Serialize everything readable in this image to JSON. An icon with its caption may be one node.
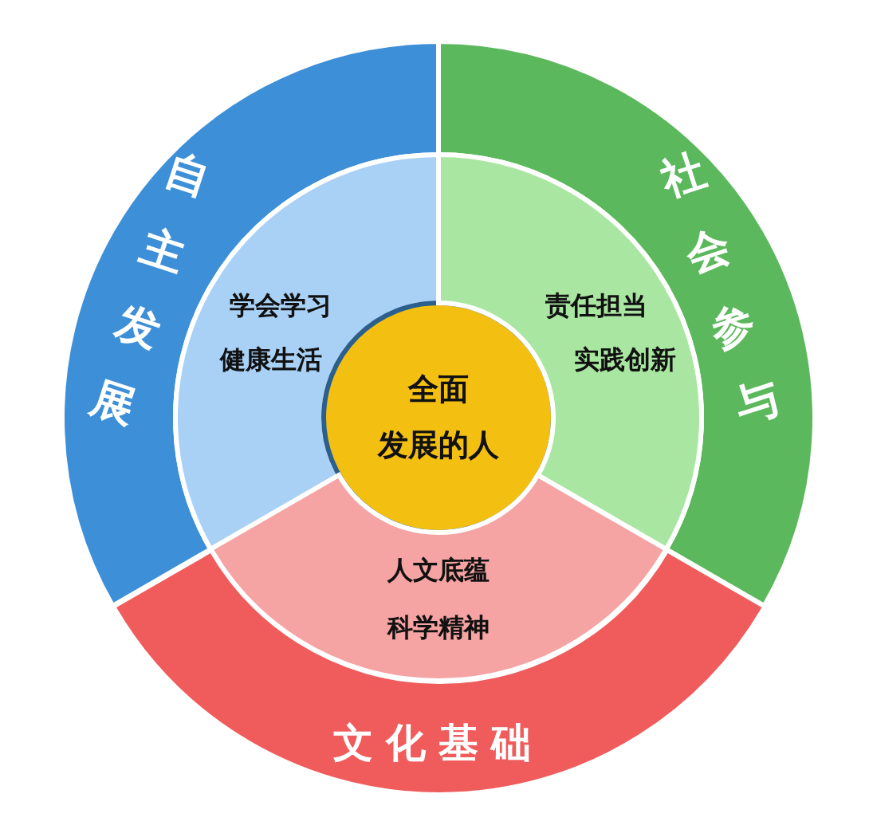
{
  "diagram": {
    "nodes": [
      {
        "text": [
          "自主发展"
        ]
      },
      {
        "text": [
          "社会参与"
        ]
      },
      {
        "text": [
          "学会学习",
          "健康生活"
        ]
      },
      {
        "text": [
          "全面",
          "发展的人"
        ]
      },
      {
        "text": [
          "责任担当",
          "实践创新"
        ]
      },
      {
        "text": [
          "人文底蕴",
          "科学精神"
        ]
      },
      {
        "text": [
          "文化基础"
        ]
      }
    ]
  }
}
